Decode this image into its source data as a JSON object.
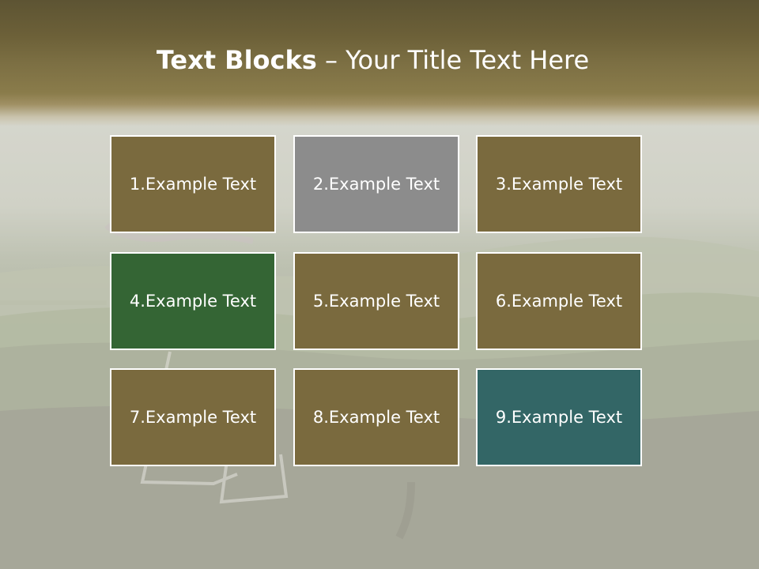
{
  "slide": {
    "title_bold": "Text Blocks",
    "title_sep": " – ",
    "title_rest": "Your Title Text Here"
  },
  "blocks": [
    {
      "label": "1.Example Text",
      "color": "#7a6a3e"
    },
    {
      "label": "2.Example Text",
      "color": "#8c8c8c"
    },
    {
      "label": "3.Example Text",
      "color": "#7a6a3e"
    },
    {
      "label": "4.Example Text",
      "color": "#346534"
    },
    {
      "label": "5.Example Text",
      "color": "#7a6a3e"
    },
    {
      "label": "6.Example Text",
      "color": "#7a6a3e"
    },
    {
      "label": "7.Example Text",
      "color": "#7a6a3e"
    },
    {
      "label": "8.Example Text",
      "color": "#7a6a3e"
    },
    {
      "label": "9.Example Text",
      "color": "#336666"
    }
  ]
}
